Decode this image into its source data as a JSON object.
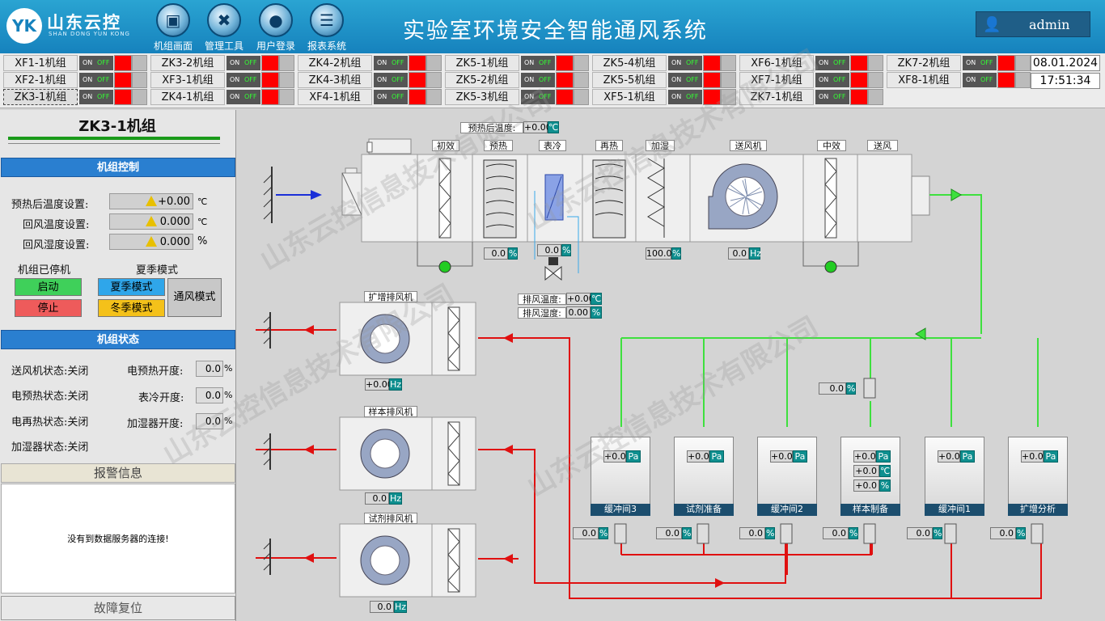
{
  "header": {
    "logo_text": "YK",
    "brand": "山东云控",
    "brand_sub": "SHAN DONG YUN KONG",
    "title": "实验室环境安全智能通风系统",
    "user": "admin",
    "nav": [
      "机组画面",
      "管理工具",
      "用户登录",
      "报表系统"
    ]
  },
  "units": {
    "on": "ON",
    "off": "OFF",
    "col1": [
      "XF1-1机组",
      "XF2-1机组",
      "ZK3-1机组"
    ],
    "col2": [
      "ZK3-2机组",
      "XF3-1机组",
      "ZK4-1机组"
    ],
    "col3": [
      "ZK4-2机组",
      "ZK4-3机组",
      "XF4-1机组"
    ],
    "col4": [
      "ZK5-1机组",
      "ZK5-2机组",
      "ZK5-3机组"
    ],
    "col5": [
      "ZK5-4机组",
      "ZK5-5机组",
      "XF5-1机组"
    ],
    "col6": [
      "XF6-1机组",
      "XF7-1机组",
      "ZK7-1机组"
    ],
    "col7": [
      "ZK7-2机组",
      "XF8-1机组"
    ],
    "date": "08.01.2024",
    "time": "17:51:34"
  },
  "left": {
    "unit_title": "ZK3-1机组",
    "ctrl_header": "机组控制",
    "settings": [
      {
        "label": "预热后温度设置:",
        "value": "+0.00",
        "unit": "℃"
      },
      {
        "label": "回风温度设置:",
        "value": "0.000",
        "unit": "℃"
      },
      {
        "label": "回风湿度设置:",
        "value": "0.000",
        "unit": "%"
      }
    ],
    "run_state": "机组已停机",
    "mode_state": "夏季模式",
    "start": "启动",
    "stop": "停止",
    "summer": "夏季模式",
    "winter": "冬季模式",
    "vent": "通风模式",
    "status_header": "机组状态",
    "status": [
      {
        "label": "送风机状态:",
        "value": "关闭"
      },
      {
        "label": "电预热状态:",
        "value": "关闭"
      },
      {
        "label": "电再热状态:",
        "value": "关闭"
      },
      {
        "label": "加湿器状态:",
        "value": "关闭"
      }
    ],
    "openings": [
      {
        "label": "电预热开度:",
        "value": "0.0",
        "unit": "%"
      },
      {
        "label": "表冷开度:",
        "value": "0.0",
        "unit": "%"
      },
      {
        "label": "加湿器开度:",
        "value": "0.0",
        "unit": "%"
      }
    ],
    "alarm_header": "报警信息",
    "alarm_msg": "没有到数据服务器的连接!",
    "reset": "故障复位"
  },
  "diagram": {
    "preheat_temp_label": "预热后温度:",
    "preheat_temp": "+0.00",
    "unit_c": "℃",
    "unit_pct": "%",
    "unit_hz": "Hz",
    "unit_pa": "Pa",
    "sections": [
      "初效",
      "预热",
      "表冷",
      "再热",
      "加湿",
      "送风机",
      "中效",
      "送风"
    ],
    "r_preheat": "0.0",
    "r_cool": "0.0",
    "r_humid": "100.0",
    "r_fan": "0.0",
    "exhaust_temp_label": "排风温度:",
    "exhaust_temp": "+0.00",
    "exhaust_hum_label": "排风湿度:",
    "exhaust_hum": "0.00",
    "exhaust_fans": [
      {
        "name": "扩增排风机",
        "hz": "+0.00"
      },
      {
        "name": "样本排风机",
        "hz": "0.0"
      },
      {
        "name": "试剂排风机",
        "hz": "0.0"
      }
    ],
    "rooms": [
      {
        "name": "缓冲间3",
        "pa": "+0.0",
        "valve": "0.0"
      },
      {
        "name": "试剂准备",
        "pa": "+0.0",
        "valve": "0.0"
      },
      {
        "name": "缓冲间2",
        "pa": "+0.0",
        "valve": "0.0"
      },
      {
        "name": "样本制备",
        "pa": "+0.0",
        "t": "+0.0",
        "h": "+0.0",
        "valve": "0.0"
      },
      {
        "name": "缓冲间1",
        "pa": "+0.0",
        "valve": "0.0"
      },
      {
        "name": "扩增分析",
        "pa": "+0.0",
        "valve": "0.0"
      }
    ],
    "top_valve": "0.0"
  },
  "watermark": "山东云控信息技术有限公司"
}
